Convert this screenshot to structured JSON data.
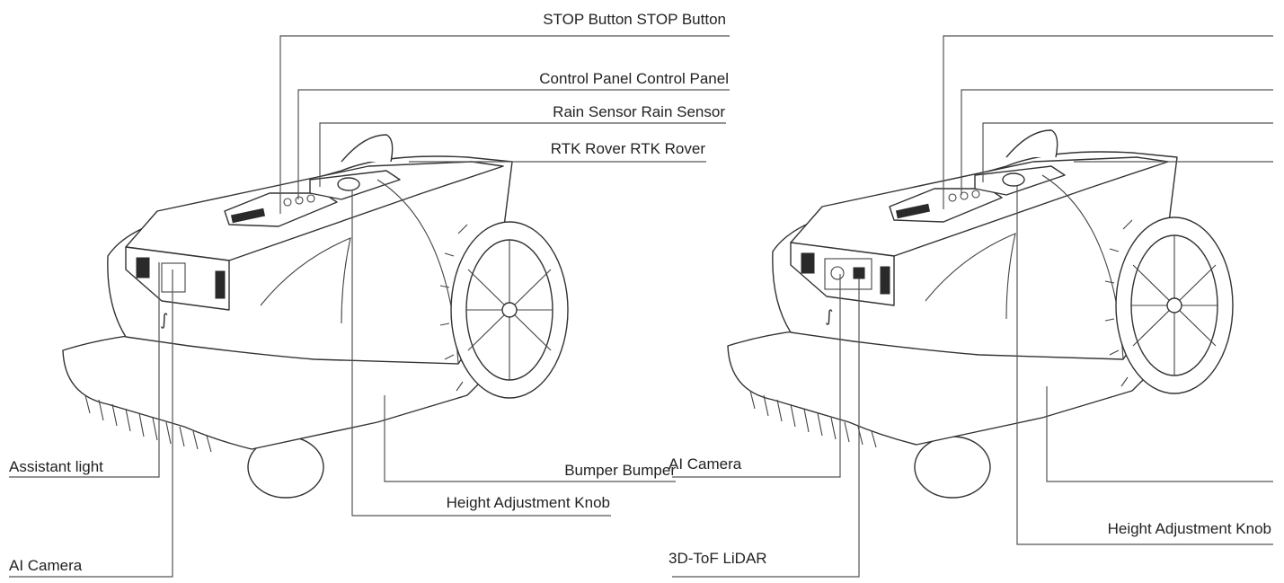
{
  "left_view": {
    "labels": {
      "stop_button": "STOP Button STOP Button",
      "control_panel": "Control Panel Control Panel",
      "rain_sensor": "Rain Sensor Rain Sensor",
      "rtk_rover": "RTK Rover RTK Rover",
      "assistant_light": "Assistant light",
      "bumper": "Bumper Bumper",
      "height_knob": "Height Adjustment Knob",
      "ai_camera": "AI Camera"
    }
  },
  "right_view": {
    "labels": {
      "ai_camera": "AI Camera",
      "lidar": "3D-ToF LiDAR",
      "height_knob": "Height Adjustment Knob"
    }
  }
}
